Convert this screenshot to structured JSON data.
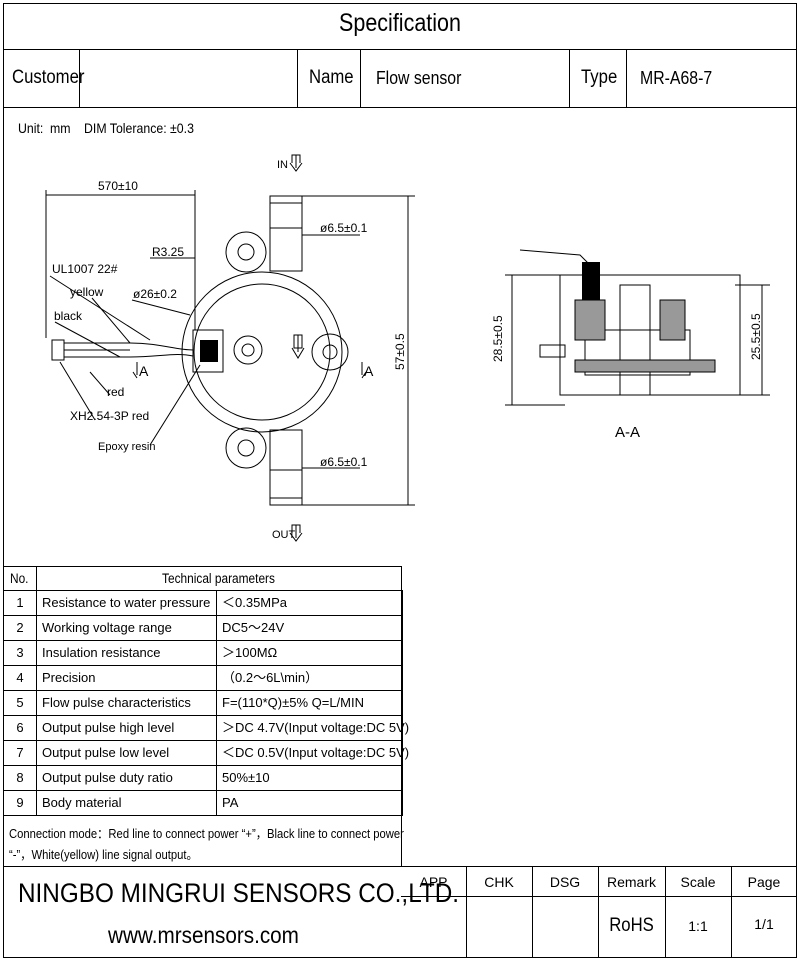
{
  "header": {
    "title": "Specification",
    "customer_label": "Customer",
    "customer_value": "",
    "name_label": "Name",
    "name_value": "Flow sensor",
    "type_label": "Type",
    "type_value": "MR-A68-7"
  },
  "units": {
    "unit_label": "Unit:",
    "unit_value": "mm",
    "tolerance": "DIM Tolerance: ±0.3"
  },
  "drawing": {
    "in_label": "IN",
    "out_label": "OUT",
    "dim_width": "570±10",
    "radius": "R3.25",
    "cable": "UL1007 22#",
    "yellow": "yellow",
    "black": "black",
    "red": "red",
    "diameter_body": "ø26±0.2",
    "connector": "XH2.54-3P red",
    "epoxy": "Epoxy resin",
    "pipe_top": "ø6.5±0.1",
    "pipe_bottom": "ø6.5±0.1",
    "height_total": "57±0.5",
    "section_mark": "A",
    "section_height_left": "28.5±0.5",
    "section_height_right": "25.5±0.5",
    "section_label": "A-A"
  },
  "params": {
    "col_no": "No.",
    "col_title": "Technical parameters",
    "rows": [
      {
        "no": "1",
        "name": "Resistance to water pressure",
        "value": "＜0.35MPa"
      },
      {
        "no": "2",
        "name": "Working voltage range",
        "value": "DC5～24V"
      },
      {
        "no": "3",
        "name": "Insulation resistance",
        "value": "＞100MΩ"
      },
      {
        "no": "4",
        "name": "Precision",
        "value": "（0.2～6L\\min）"
      },
      {
        "no": "5",
        "name": "Flow pulse characteristics",
        "value": "F=(110*Q)±5%    Q=L/MIN"
      },
      {
        "no": "6",
        "name": "Output pulse high level",
        "value": "＞DC 4.7V(Input voltage:DC 5V)"
      },
      {
        "no": "7",
        "name": "Output pulse low level",
        "value": "＜DC 0.5V(Input voltage:DC 5V)"
      },
      {
        "no": "8",
        "name": "Output pulse duty ratio",
        "value": "50%±10"
      },
      {
        "no": "9",
        "name": "Body material",
        "value": "PA"
      }
    ],
    "connection_line1": "Connection mode：Red line to connect power “+”，Black line to connect power",
    "connection_line2": "“-”，White(yellow) line signal output。"
  },
  "title_block": {
    "company": "NINGBO MINGRUI SENSORS CO.,LTD.",
    "website": "www.mrsensors.com",
    "app": "APP",
    "chk": "CHK",
    "dsg": "DSG",
    "remark_label": "Remark",
    "scale_label": "Scale",
    "page_label": "Page",
    "remark_value": "RoHS",
    "scale_value": "1:1",
    "page_value": "1/1"
  }
}
